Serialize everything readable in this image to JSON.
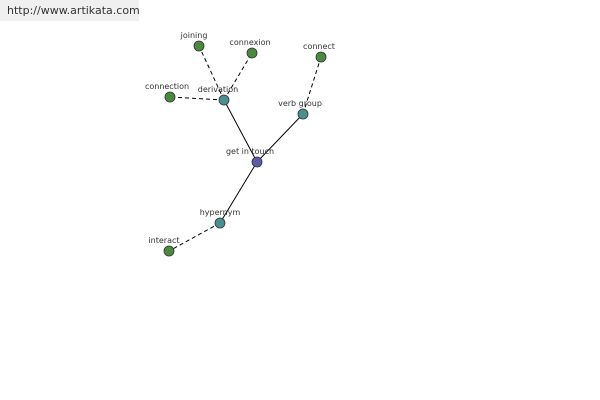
{
  "site": {
    "url_text": "http://www.artikata.com"
  },
  "colors": {
    "center": "#5b5ba8",
    "relation": "#4a9090",
    "leaf": "#4a8a3e",
    "edge": "#000000"
  },
  "graph": {
    "center": "get in touch",
    "relations": {
      "derivation": "derivation",
      "verb_group": "verb group",
      "hypernym": "hypernym"
    },
    "leaves": {
      "joining": "joining",
      "connexion": "connexion",
      "connection": "connection",
      "connect": "connect",
      "interact": "interact"
    }
  }
}
